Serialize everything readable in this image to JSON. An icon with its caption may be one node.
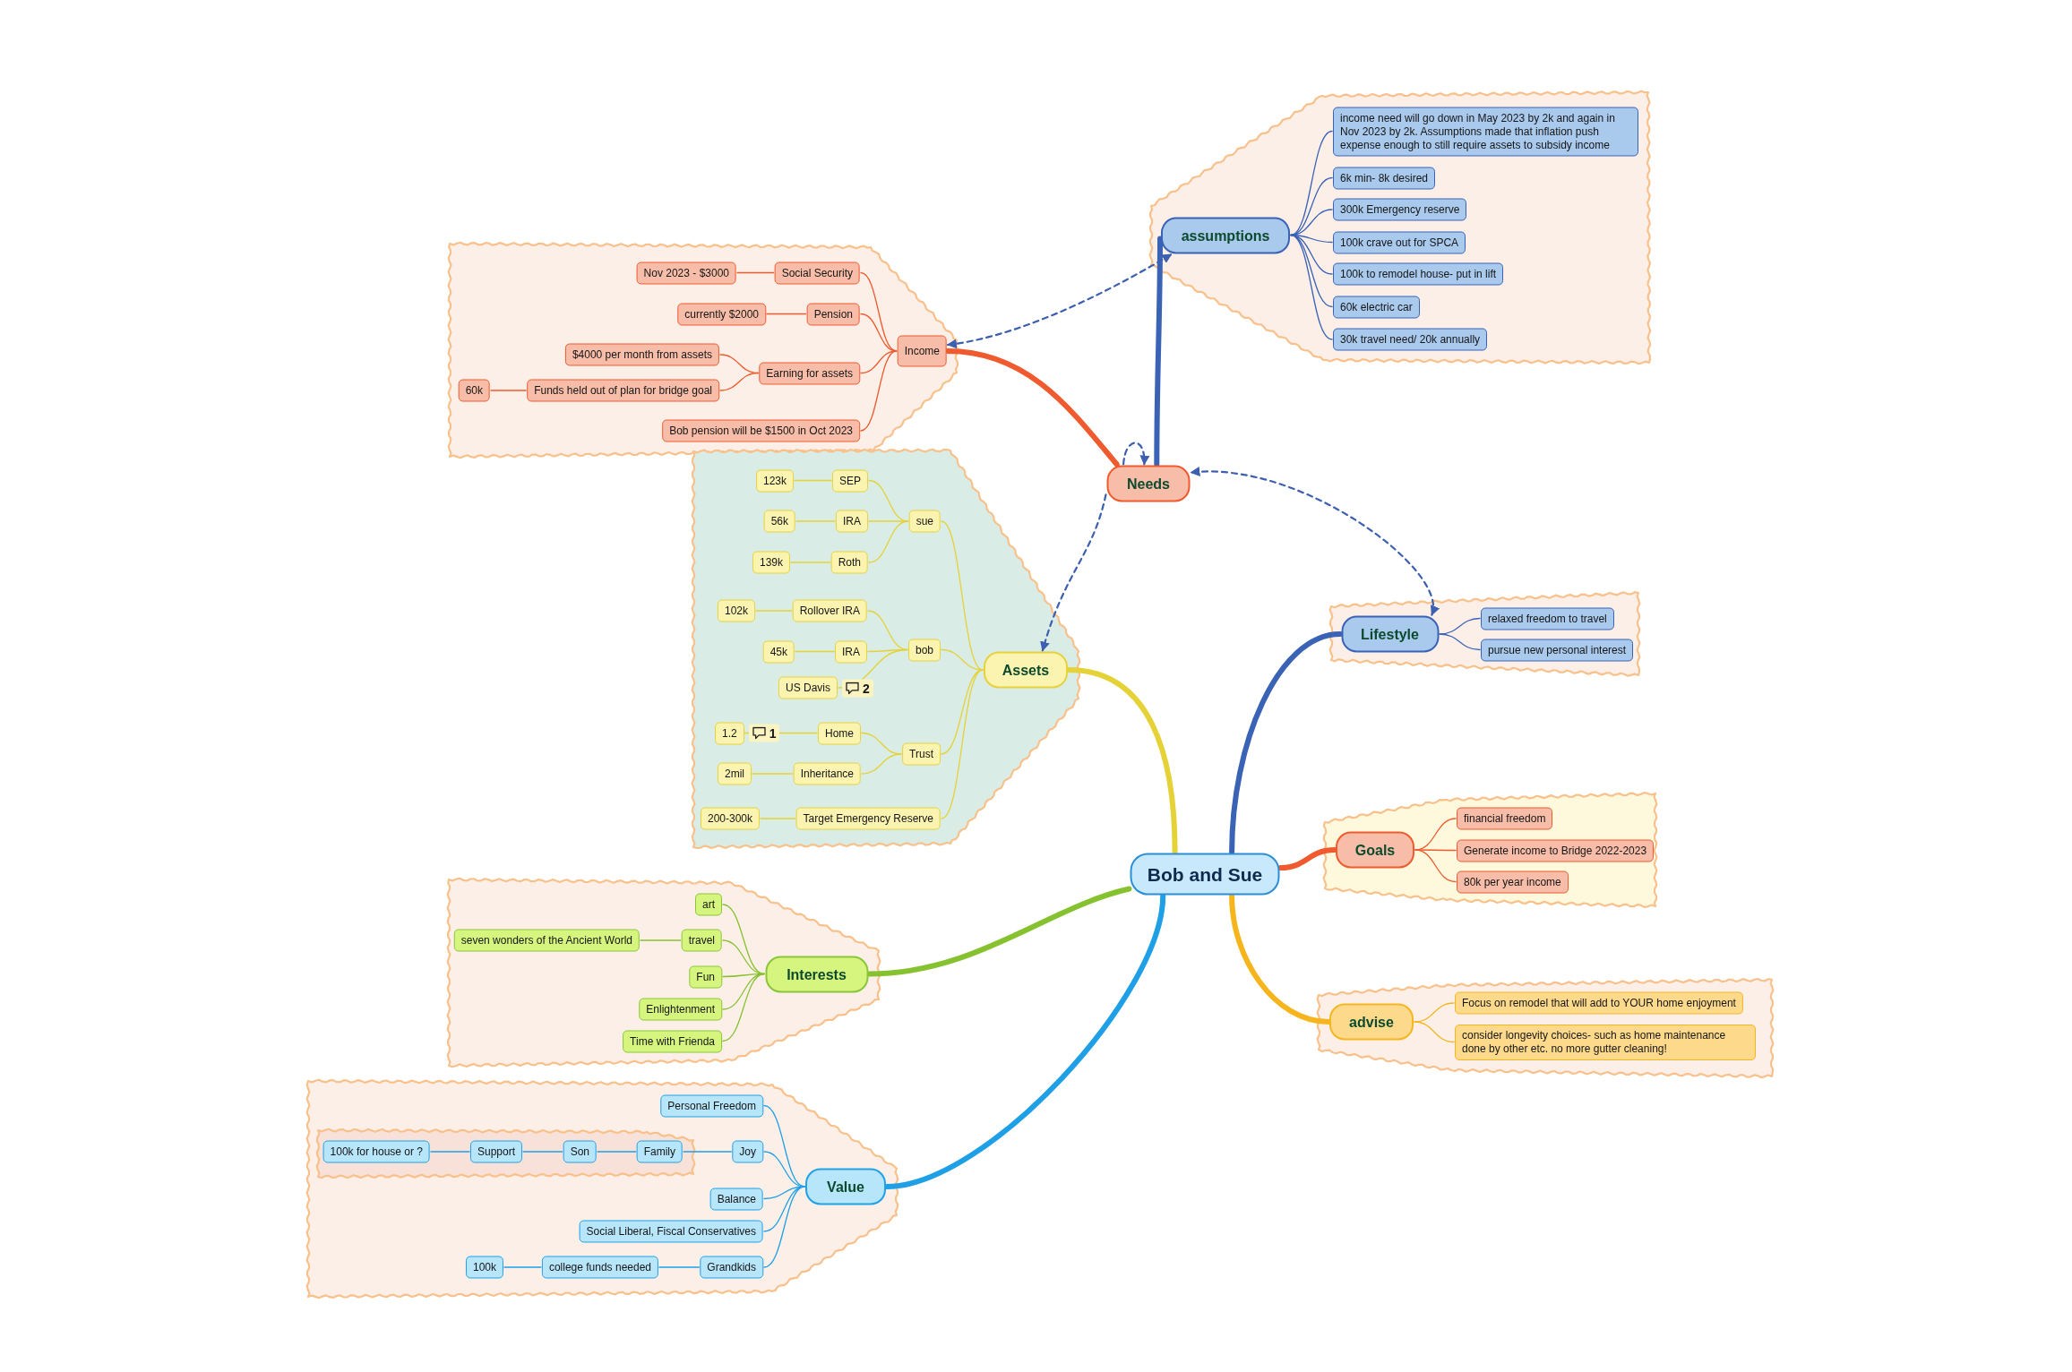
{
  "diagram": {
    "nodes": [
      {
        "text": [
          "Bob and Sue"
        ]
      },
      {
        "text": [
          "Needs"
        ]
      },
      {
        "text": [],
        "shape": "band"
      },
      {
        "text": [
          "Income"
        ],
        "in": 2
      },
      {
        "text": [
          "Social Security"
        ],
        "in": 2
      },
      {
        "text": [
          "Nov 2023 - $3000"
        ],
        "in": 2
      },
      {
        "text": [
          "Pension"
        ],
        "in": 2
      },
      {
        "text": [
          "currently $2000"
        ],
        "in": 2
      },
      {
        "text": [
          "Earning for assets"
        ],
        "in": 2
      },
      {
        "text": [
          "$4000 per month from assets"
        ],
        "in": 2
      },
      {
        "text": [
          "Funds held out of plan for bridge goal"
        ],
        "in": 2
      },
      {
        "text": [
          "60k"
        ],
        "in": 2
      },
      {
        "text": [
          "Bob pension will be $1500 in Oct 2023"
        ],
        "in": 2
      },
      {
        "text": [],
        "shape": "band"
      },
      {
        "text": [
          "assumptions"
        ],
        "in": 13
      },
      {
        "text": [
          "income need will go down in May 2023 by 2k and again in Nov 2023 by 2k. Assumptions made that inflation push expense enough to still require assets to subsidy income"
        ],
        "in": 13
      },
      {
        "text": [
          "6k min- 8k desired"
        ],
        "in": 13
      },
      {
        "text": [
          "300k Emergency reserve"
        ],
        "in": 13
      },
      {
        "text": [
          "100k crave out for SPCA"
        ],
        "in": 13
      },
      {
        "text": [
          "100k to remodel house- put in lift"
        ],
        "in": 13
      },
      {
        "text": [
          "60k electric car"
        ],
        "in": 13
      },
      {
        "text": [
          "30k travel need/ 20k annually"
        ],
        "in": 13
      },
      {
        "text": [],
        "shape": "band"
      },
      {
        "text": [
          "Assets"
        ],
        "in": 22
      },
      {
        "text": [
          "sue"
        ],
        "in": 22
      },
      {
        "text": [
          "SEP"
        ],
        "in": 22
      },
      {
        "text": [
          "123k"
        ],
        "in": 22
      },
      {
        "text": [
          "IRA"
        ],
        "in": 22
      },
      {
        "text": [
          "56k"
        ],
        "in": 22
      },
      {
        "text": [
          "Roth"
        ],
        "in": 22
      },
      {
        "text": [
          "139k"
        ],
        "in": 22
      },
      {
        "text": [
          "bob"
        ],
        "in": 22
      },
      {
        "text": [
          "Rollover IRA"
        ],
        "in": 22
      },
      {
        "text": [
          "102k"
        ],
        "in": 22
      },
      {
        "text": [
          "IRA"
        ],
        "in": 22
      },
      {
        "text": [
          "45k"
        ],
        "in": 22
      },
      {
        "text": [
          "US Davis"
        ],
        "in": 22,
        "beside": [
          "2"
        ]
      },
      {
        "text": [
          "Trust"
        ],
        "in": 22
      },
      {
        "text": [
          "Home"
        ],
        "in": 22
      },
      {
        "text": [
          "1.2"
        ],
        "in": 22,
        "beside": [
          "1"
        ]
      },
      {
        "text": [
          "Inheritance"
        ],
        "in": 22
      },
      {
        "text": [
          "2mil"
        ],
        "in": 22
      },
      {
        "text": [
          "Target Emergency Reserve"
        ],
        "in": 22
      },
      {
        "text": [
          "200-300k"
        ],
        "in": 22
      },
      {
        "text": [],
        "shape": "band"
      },
      {
        "text": [
          "Lifestyle"
        ],
        "in": 44
      },
      {
        "text": [
          "relaxed freedom to travel"
        ],
        "in": 44
      },
      {
        "text": [
          "pursue new personal interest"
        ],
        "in": 44
      },
      {
        "text": [],
        "shape": "band"
      },
      {
        "text": [
          "Goals"
        ],
        "in": 48
      },
      {
        "text": [
          "financial freedom"
        ],
        "in": 48
      },
      {
        "text": [
          "Generate income to Bridge 2022-2023"
        ],
        "in": 48
      },
      {
        "text": [
          "80k per year income"
        ],
        "in": 48
      },
      {
        "text": [],
        "shape": "band"
      },
      {
        "text": [
          "advise"
        ],
        "in": 53
      },
      {
        "text": [
          "Focus on remodel that will add to YOUR home enjoyment"
        ],
        "in": 53
      },
      {
        "text": [
          "consider longevity choices- such as home maintenance done by other etc. no more gutter cleaning!"
        ],
        "in": 53
      },
      {
        "text": [],
        "shape": "band"
      },
      {
        "text": [
          "Interests"
        ],
        "in": 57
      },
      {
        "text": [
          "art"
        ],
        "in": 57
      },
      {
        "text": [
          "travel"
        ],
        "in": 57
      },
      {
        "text": [
          "seven wonders of the Ancient World"
        ],
        "in": 57
      },
      {
        "text": [
          "Fun"
        ],
        "in": 57
      },
      {
        "text": [
          "Enlightenment"
        ],
        "in": 57
      },
      {
        "text": [
          "Time with Frienda"
        ],
        "in": 57
      },
      {
        "text": [],
        "shape": "band"
      },
      {
        "text": [
          "Value"
        ],
        "in": 65
      },
      {
        "text": [
          "Personal Freedom"
        ],
        "in": 65
      },
      {
        "text": [
          "Joy"
        ],
        "in": 65
      },
      {
        "text": [],
        "shape": "band",
        "in": 65
      },
      {
        "text": [
          "Family"
        ],
        "in": 69
      },
      {
        "text": [
          "Son"
        ],
        "in": 69
      },
      {
        "text": [
          "Support"
        ],
        "in": 69
      },
      {
        "text": [
          "100k for house or ?"
        ],
        "in": 69
      },
      {
        "text": [
          "Balance"
        ],
        "in": 65
      },
      {
        "text": [
          "Social Liberal, Fiscal Conservatives"
        ],
        "in": 65
      },
      {
        "text": [
          "Grandkids"
        ],
        "in": 65
      },
      {
        "text": [
          "college funds needed"
        ],
        "in": 65
      },
      {
        "text": [
          "100k"
        ],
        "in": 65
      }
    ],
    "edges": [
      {
        "from": 0,
        "to": 23,
        "arrow": "none",
        "style": "thick"
      },
      {
        "from": 0,
        "to": 45,
        "arrow": "none",
        "style": "thick",
        "color": "#3a62b5"
      },
      {
        "from": 0,
        "to": 49,
        "arrow": "none",
        "style": "thick",
        "color": "#ef5a2e"
      },
      {
        "from": 0,
        "to": 54,
        "arrow": "none",
        "style": "thick",
        "color": "#f6b51c"
      },
      {
        "from": 0,
        "to": 66,
        "arrow": "none",
        "style": "thick",
        "color": "#1fa0e6"
      },
      {
        "from": 0,
        "to": 58,
        "arrow": "none",
        "style": "thick",
        "color": "#86c230"
      },
      {
        "from": 1,
        "to": 3,
        "arrow": "none",
        "style": "thick",
        "color": "#ef5a2e"
      },
      {
        "from": 1,
        "to": 14,
        "arrow": "none",
        "style": "thick",
        "color": "#3a62b5"
      },
      {
        "from": 3,
        "to": 4,
        "arrow": "none",
        "color": "#ef5a2e"
      },
      {
        "from": 4,
        "to": 5,
        "arrow": "none",
        "color": "#ef5a2e"
      },
      {
        "from": 3,
        "to": 6,
        "arrow": "none",
        "color": "#ef5a2e"
      },
      {
        "from": 6,
        "to": 7,
        "arrow": "none",
        "color": "#ef5a2e"
      },
      {
        "from": 3,
        "to": 8,
        "arrow": "none",
        "color": "#ef5a2e"
      },
      {
        "from": 8,
        "to": 9,
        "arrow": "none",
        "color": "#ef5a2e"
      },
      {
        "from": 8,
        "to": 10,
        "arrow": "none",
        "color": "#ef5a2e"
      },
      {
        "from": 10,
        "to": 11,
        "arrow": "none",
        "color": "#ef5a2e"
      },
      {
        "from": 3,
        "to": 12,
        "arrow": "none",
        "color": "#ef5a2e"
      },
      {
        "from": 14,
        "to": 15,
        "arrow": "none",
        "color": "#3a62b5"
      },
      {
        "from": 14,
        "to": 16,
        "arrow": "none",
        "color": "#3a62b5"
      },
      {
        "from": 14,
        "to": 17,
        "arrow": "none",
        "color": "#3a62b5"
      },
      {
        "from": 14,
        "to": 18,
        "arrow": "none",
        "color": "#3a62b5"
      },
      {
        "from": 14,
        "to": 19,
        "arrow": "none",
        "color": "#3a62b5"
      },
      {
        "from": 14,
        "to": 20,
        "arrow": "none",
        "color": "#3a62b5"
      },
      {
        "from": 14,
        "to": 21,
        "arrow": "none",
        "color": "#3a62b5"
      },
      {
        "from": 23,
        "to": 24,
        "arrow": "none"
      },
      {
        "from": 24,
        "to": 25,
        "arrow": "none"
      },
      {
        "from": 25,
        "to": 26,
        "arrow": "none"
      },
      {
        "from": 24,
        "to": 27,
        "arrow": "none"
      },
      {
        "from": 27,
        "to": 28,
        "arrow": "none"
      },
      {
        "from": 24,
        "to": 29,
        "arrow": "none"
      },
      {
        "from": 29,
        "to": 30,
        "arrow": "none"
      },
      {
        "from": 23,
        "to": 31,
        "arrow": "none"
      },
      {
        "from": 31,
        "to": 32,
        "arrow": "none"
      },
      {
        "from": 32,
        "to": 33,
        "arrow": "none"
      },
      {
        "from": 31,
        "to": 34,
        "arrow": "none"
      },
      {
        "from": 34,
        "to": 35,
        "arrow": "none"
      },
      {
        "from": 31,
        "to": 36,
        "arrow": "none"
      },
      {
        "from": 23,
        "to": 37,
        "arrow": "none"
      },
      {
        "from": 37,
        "to": 38,
        "arrow": "none"
      },
      {
        "from": 38,
        "to": 39,
        "arrow": "none"
      },
      {
        "from": 37,
        "to": 40,
        "arrow": "none"
      },
      {
        "from": 40,
        "to": 41,
        "arrow": "none"
      },
      {
        "from": 23,
        "to": 42,
        "arrow": "none"
      },
      {
        "from": 42,
        "to": 43,
        "arrow": "none"
      },
      {
        "from": 45,
        "to": 46,
        "arrow": "none",
        "color": "#3a62b5"
      },
      {
        "from": 45,
        "to": 47,
        "arrow": "none",
        "color": "#3a62b5"
      },
      {
        "from": 49,
        "to": 50,
        "arrow": "none",
        "color": "#ef5a2e"
      },
      {
        "from": 49,
        "to": 51,
        "arrow": "none",
        "color": "#ef5a2e"
      },
      {
        "from": 49,
        "to": 52,
        "arrow": "none",
        "color": "#ef5a2e"
      },
      {
        "from": 54,
        "to": 55,
        "arrow": "none",
        "color": "#f6b51c"
      },
      {
        "from": 54,
        "to": 56,
        "arrow": "none",
        "color": "#f6b51c"
      },
      {
        "from": 58,
        "to": 59,
        "arrow": "none",
        "color": "#86c230"
      },
      {
        "from": 58,
        "to": 60,
        "arrow": "none",
        "color": "#86c230"
      },
      {
        "from": 60,
        "to": 61,
        "arrow": "none",
        "color": "#86c230"
      },
      {
        "from": 58,
        "to": 62,
        "arrow": "none",
        "color": "#86c230"
      },
      {
        "from": 58,
        "to": 63,
        "arrow": "none",
        "color": "#86c230"
      },
      {
        "from": 58,
        "to": 64,
        "arrow": "none",
        "color": "#86c230"
      },
      {
        "from": 66,
        "to": 67,
        "arrow": "none",
        "color": "#1fa0e6"
      },
      {
        "from": 66,
        "to": 68,
        "arrow": "none",
        "color": "#1fa0e6"
      },
      {
        "from": 68,
        "to": 70,
        "arrow": "none",
        "color": "#1fa0e6"
      },
      {
        "from": 70,
        "to": 71,
        "arrow": "none",
        "color": "#1fa0e6"
      },
      {
        "from": 71,
        "to": 72,
        "arrow": "none",
        "color": "#1fa0e6"
      },
      {
        "from": 72,
        "to": 73,
        "arrow": "none",
        "color": "#1fa0e6"
      },
      {
        "from": 66,
        "to": 74,
        "arrow": "none",
        "color": "#1fa0e6"
      },
      {
        "from": 66,
        "to": 75,
        "arrow": "none",
        "color": "#1fa0e6"
      },
      {
        "from": 66,
        "to": 76,
        "arrow": "none",
        "color": "#1fa0e6"
      },
      {
        "from": 76,
        "to": 77,
        "arrow": "none",
        "color": "#1fa0e6"
      },
      {
        "from": 77,
        "to": 78,
        "arrow": "none",
        "color": "#1fa0e6"
      },
      {
        "from": 3,
        "to": 14,
        "arrow": "both",
        "style": "dashed",
        "color": "#3d5fb0"
      },
      {
        "from": 1,
        "to": 1,
        "arrow": "to",
        "style": "dashed",
        "color": "#3d5fb0"
      },
      {
        "from": 1,
        "to": 23,
        "arrow": "to",
        "style": "dashed",
        "color": "#3d5fb0"
      },
      {
        "from": 45,
        "to": 1,
        "arrow": "both",
        "style": "dashed",
        "color": "#3d5fb0"
      }
    ]
  }
}
